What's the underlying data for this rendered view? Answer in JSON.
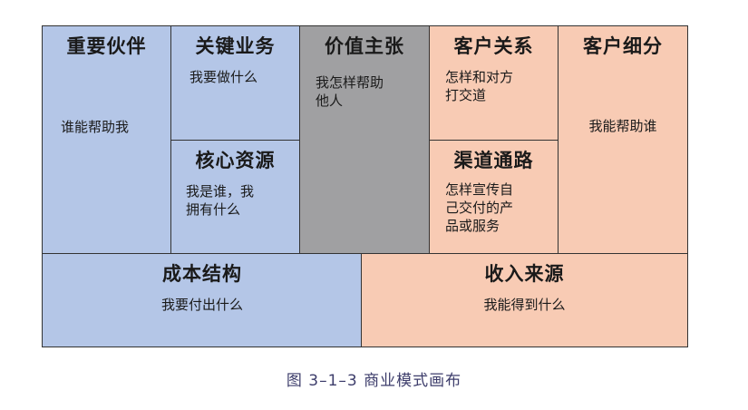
{
  "canvas": {
    "key_partners": {
      "title": "重要伙伴",
      "desc": "谁能帮助我"
    },
    "key_activities": {
      "title": "关键业务",
      "desc": "我要做什么"
    },
    "key_resources": {
      "title": "核心资源",
      "desc": "我是谁，我\n拥有什么"
    },
    "value_propositions": {
      "title": "价值主张",
      "desc": "我怎样帮助\n他人"
    },
    "customer_relationships": {
      "title": "客户关系",
      "desc": "怎样和对方\n打交道"
    },
    "channels": {
      "title": "渠道通路",
      "desc": "怎样宣传自\n己交付的产\n品或服务"
    },
    "customer_segments": {
      "title": "客户细分",
      "desc": "我能帮助谁"
    },
    "cost_structure": {
      "title": "成本结构",
      "desc": "我要付出什么"
    },
    "revenue_streams": {
      "title": "收入来源",
      "desc": "我能得到什么"
    }
  },
  "caption": "图 3–1–3   商业模式画布",
  "colors": {
    "partners_blue": "#b4c6e7",
    "value_gray": "#a0a0a2",
    "customer_peach": "#f8cbb4"
  }
}
